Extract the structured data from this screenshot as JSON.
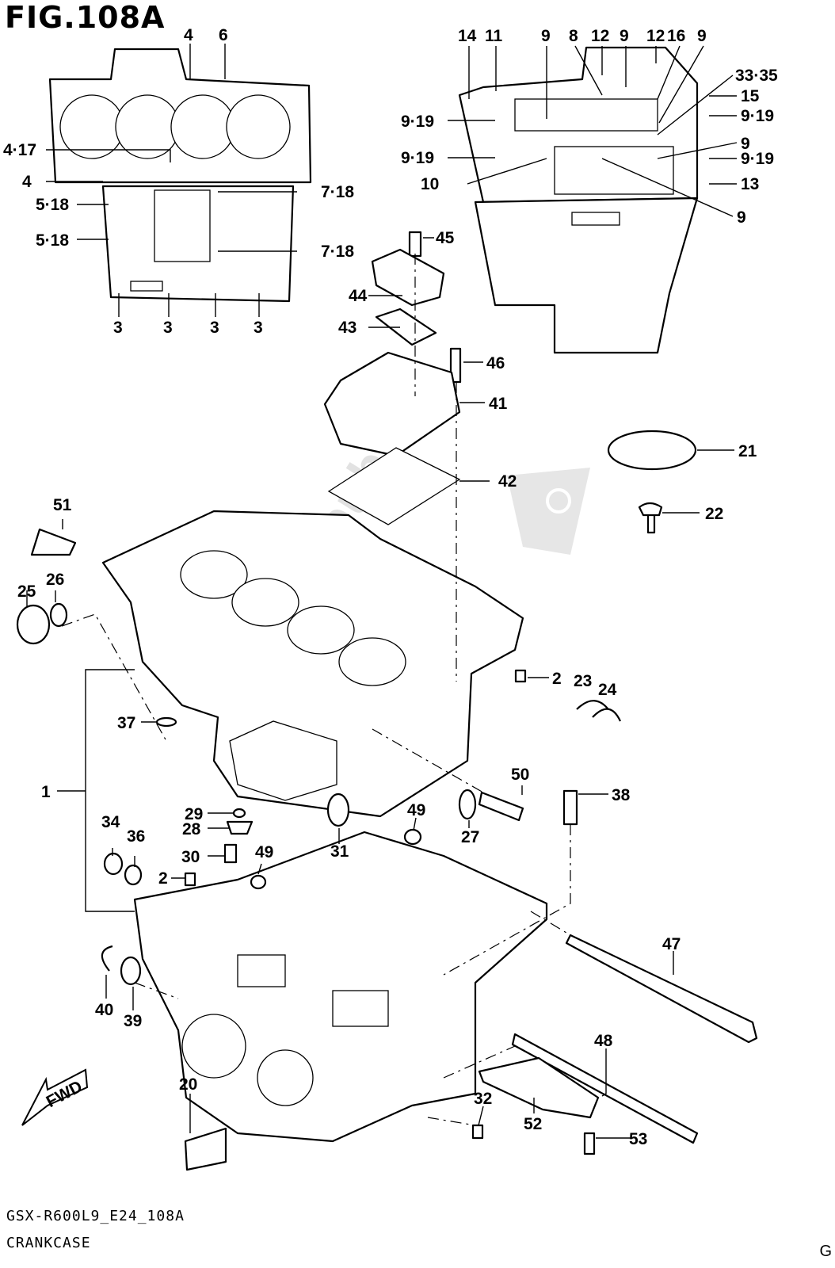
{
  "figure": {
    "title": "FIG.108A",
    "code": "GSX-R600L9_E24_108A",
    "name": "CRANKCASE",
    "edge_mark": "G",
    "fwd_label": "FWD",
    "watermark": "PartsRepublik"
  },
  "callouts": {
    "c4a": "4",
    "c6": "6",
    "c417": "4·17",
    "c4b": "4",
    "c518a": "5·18",
    "c518b": "5·18",
    "c718a": "7·18",
    "c718b": "7·18",
    "c3a": "3",
    "c3b": "3",
    "c3c": "3",
    "c3d": "3",
    "c14": "14",
    "c11": "11",
    "c9a": "9",
    "c8": "8",
    "c12a": "12",
    "c9b": "9",
    "c12b": "12",
    "c16": "16",
    "c9c": "9",
    "c3335": "33·35",
    "c15": "15",
    "c919a": "9·19",
    "c919b": "9·19",
    "c919c": "9·19",
    "c919d": "9·19",
    "c9d": "9",
    "c10": "10",
    "c13": "13",
    "c9e": "9",
    "c45": "45",
    "c44": "44",
    "c43": "43",
    "c46": "46",
    "c41": "41",
    "c42": "42",
    "c21": "21",
    "c22": "22",
    "c51": "51",
    "c25": "25",
    "c26": "26",
    "c2a": "2",
    "c23": "23",
    "c24": "24",
    "c37": "37",
    "c1": "1",
    "c50": "50",
    "c38": "38",
    "c29": "29",
    "c28": "28",
    "c49a": "49",
    "c27": "27",
    "c31": "31",
    "c34": "34",
    "c36": "36",
    "c30": "30",
    "c49b": "49",
    "c2b": "2",
    "c47": "47",
    "c40": "40",
    "c39": "39",
    "c48": "48",
    "c20": "20",
    "c32": "32",
    "c52": "52",
    "c53": "53"
  }
}
